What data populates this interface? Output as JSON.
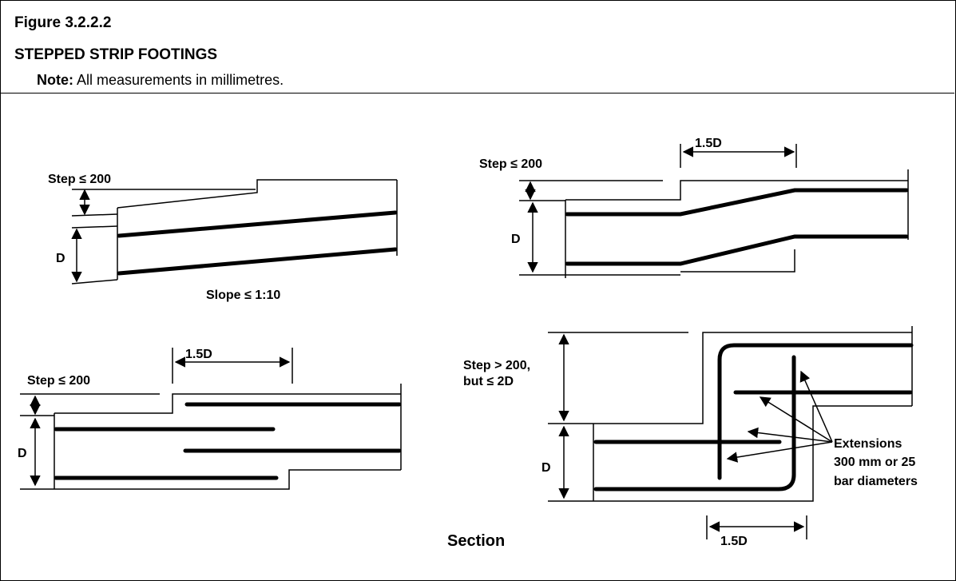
{
  "figure": {
    "number": "Figure 3.2.2.2",
    "title": "STEPPED STRIP FOOTINGS",
    "note_label": "Note:",
    "note_text": "All measurements in millimetres."
  },
  "panels": {
    "top_left": {
      "step": "Step ≤ 200",
      "depth": "D",
      "slope": "Slope ≤ 1:10"
    },
    "top_right": {
      "step": "Step ≤ 200",
      "depth": "D",
      "lap": "1.5D"
    },
    "bottom_left": {
      "step": "Step ≤ 200",
      "depth": "D",
      "lap": "1.5D"
    },
    "bottom_right": {
      "step_line1": "Step > 200,",
      "step_line2": "but ≤ 2D",
      "depth": "D",
      "lap": "1.5D",
      "ext_line1": "Extensions",
      "ext_line2": "300 mm or 25",
      "ext_line3": "bar diameters"
    }
  },
  "caption": "Section"
}
